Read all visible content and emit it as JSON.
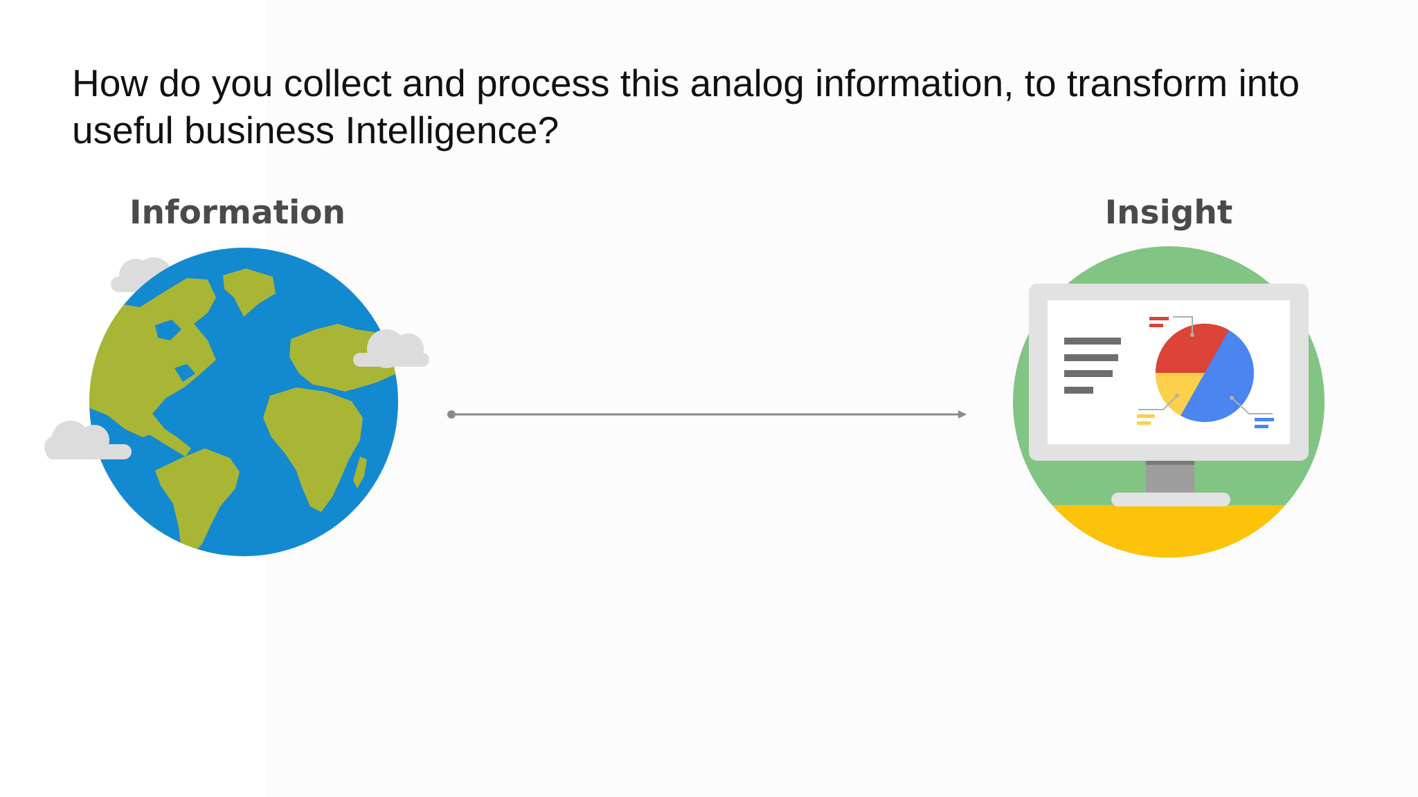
{
  "slide": {
    "question": "How do you collect and process this analog information, to transform into useful business Intelligence?"
  },
  "nodes": {
    "source": {
      "label": "Information",
      "icon": "globe-icon"
    },
    "target": {
      "label": "Insight",
      "icon": "monitor-pie-chart-icon"
    }
  },
  "connector": {
    "type": "arrow",
    "direction": "left-to-right"
  },
  "colors": {
    "ocean": "#1389d0",
    "land": "#a9b535",
    "cloud": "#dcdcdc",
    "insight_background": "#82c484",
    "insight_floor": "#fcc30a",
    "pie_red": "#db4437",
    "pie_blue": "#4a85f0",
    "pie_yellow": "#fcd04a",
    "arrow": "#8a8a8a"
  }
}
